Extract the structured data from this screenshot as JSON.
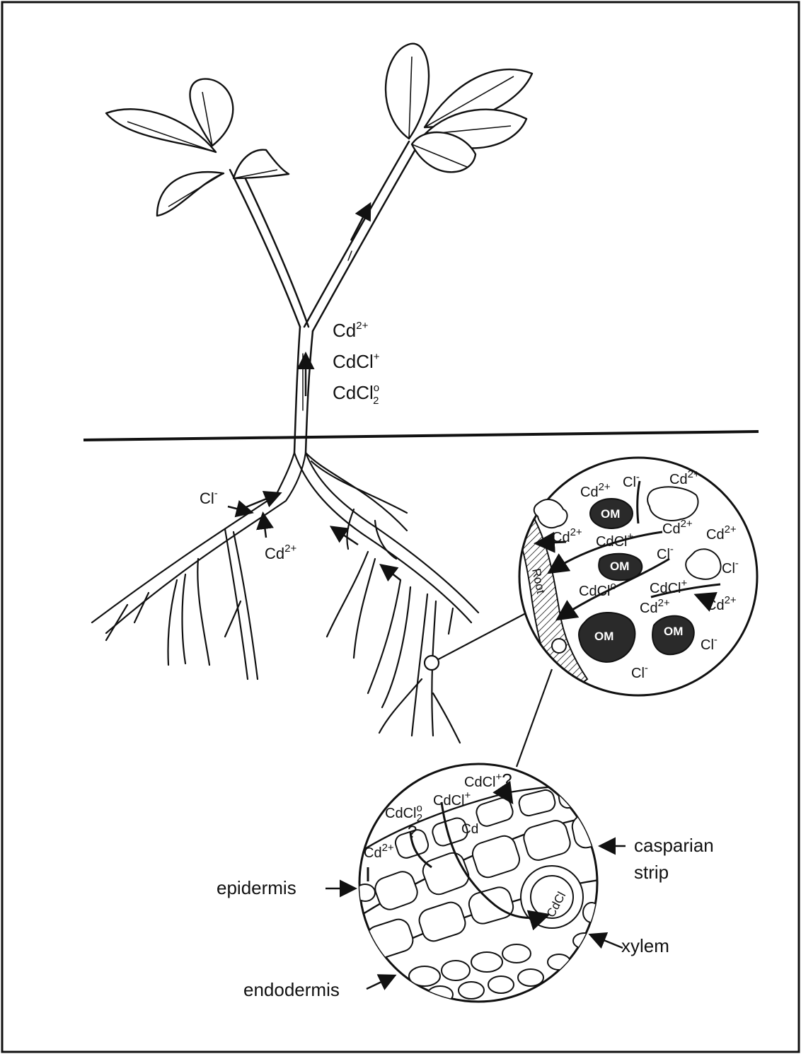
{
  "stem_species": {
    "cd2": "Cd",
    "cd2_charge": "2+",
    "cdcl": "CdCl",
    "cdcl_charge": "+",
    "cdcl2": "CdCl",
    "cdcl2_sub": "2",
    "cdcl2_charge": "o"
  },
  "root_ions": {
    "cl": "Cl",
    "cl_charge": "-",
    "cd": "Cd",
    "cd_charge": "2+"
  },
  "soil_zoom": {
    "om_label": "OM",
    "root_label": "Root",
    "cl": "Cl",
    "cl_charge": "-",
    "cd": "Cd",
    "cd_charge": "2+",
    "cdcl": "CdCl",
    "cdcl_charge": "+",
    "cdcl_o_charge": "o"
  },
  "cell_zoom": {
    "cdcl_q": "CdCl",
    "cdcl_q_charge": "+",
    "question": "?",
    "cdcl2": "CdCl",
    "cdcl2_sub": "2",
    "cdcl2_charge": "o",
    "cdcl": "CdCl",
    "cdcl_charge": "+",
    "cd": "Cd",
    "cd2": "Cd",
    "cd2_charge": "2+",
    "xylem_cdcl": "CdCl"
  },
  "labels": {
    "casparian_1": "casparian",
    "casparian_2": "strip",
    "epidermis": "epidermis",
    "xylem": "xylem",
    "endodermis": "endodermis"
  },
  "colors": {
    "ink": "#111111",
    "om_fill": "#2a2a2a",
    "paper": "#ffffff"
  }
}
